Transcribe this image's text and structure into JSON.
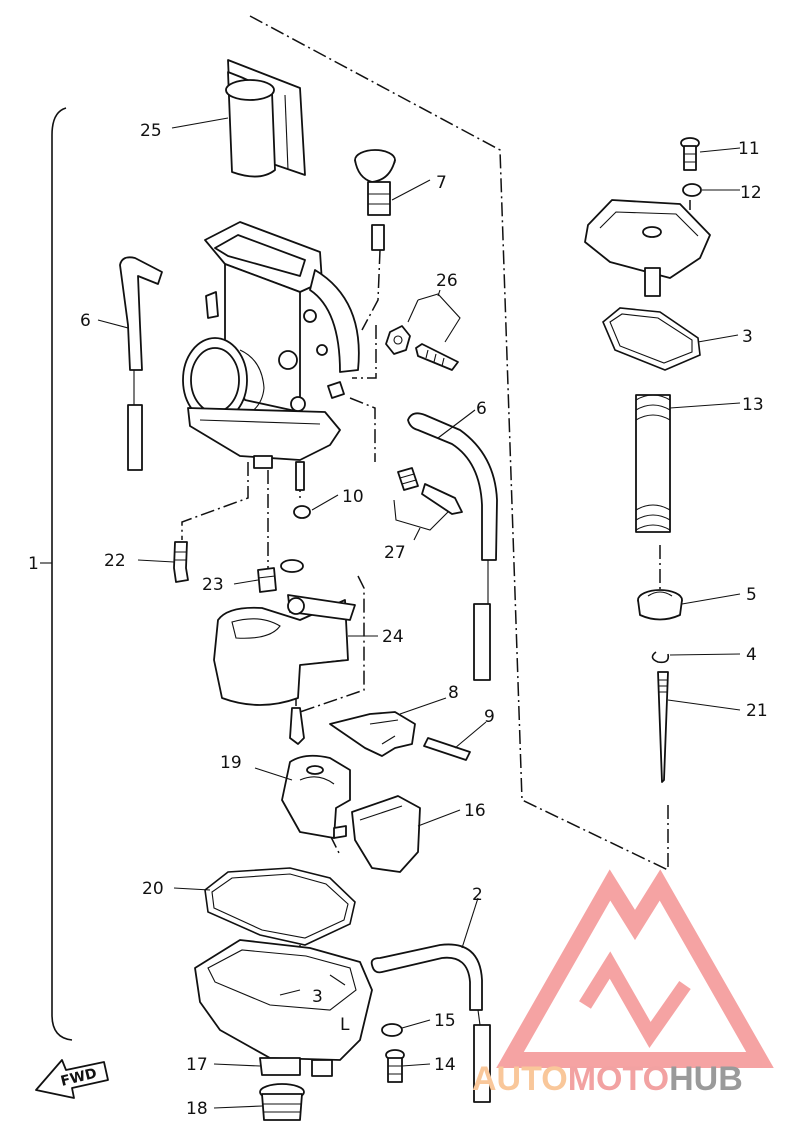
{
  "diagram": {
    "callouts": [
      {
        "id": "c1",
        "label": "1"
      },
      {
        "id": "c2",
        "label": "2"
      },
      {
        "id": "c3",
        "label": "3"
      },
      {
        "id": "c4",
        "label": "4"
      },
      {
        "id": "c5",
        "label": "5"
      },
      {
        "id": "c6a",
        "label": "6"
      },
      {
        "id": "c6b",
        "label": "6"
      },
      {
        "id": "c7",
        "label": "7"
      },
      {
        "id": "c8",
        "label": "8"
      },
      {
        "id": "c9",
        "label": "9"
      },
      {
        "id": "c10",
        "label": "10"
      },
      {
        "id": "c11",
        "label": "11"
      },
      {
        "id": "c12",
        "label": "12"
      },
      {
        "id": "c13",
        "label": "13"
      },
      {
        "id": "c14",
        "label": "14"
      },
      {
        "id": "c15",
        "label": "15"
      },
      {
        "id": "c16",
        "label": "16"
      },
      {
        "id": "c17",
        "label": "17"
      },
      {
        "id": "c18",
        "label": "18"
      },
      {
        "id": "c19",
        "label": "19"
      },
      {
        "id": "c20",
        "label": "20"
      },
      {
        "id": "c21",
        "label": "21"
      },
      {
        "id": "c22",
        "label": "22"
      },
      {
        "id": "c23",
        "label": "23"
      },
      {
        "id": "c24",
        "label": "24"
      },
      {
        "id": "c25",
        "label": "25"
      },
      {
        "id": "c26",
        "label": "26"
      },
      {
        "id": "c27",
        "label": "27"
      }
    ],
    "direction_label": "FWD",
    "bowl_marks": [
      "3",
      "L"
    ]
  },
  "watermark": {
    "part1": "AUTO",
    "part2": "MOTO",
    "part3": "HUB",
    "colors": {
      "auto": "#f9c79a",
      "moto": "#f2a2a2",
      "hub": "#9a9a9a",
      "logo": "#f49393"
    }
  }
}
